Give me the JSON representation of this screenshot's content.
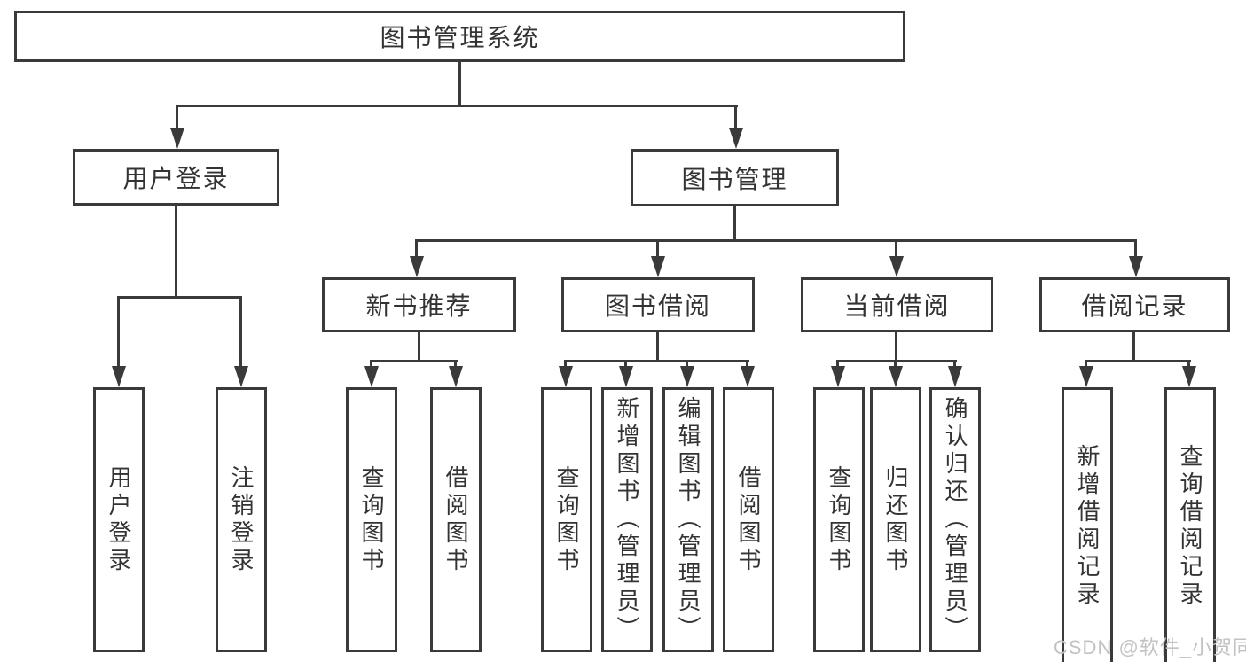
{
  "diagram_title": "图书管理系统",
  "colors": {
    "line": "#3a3a3a",
    "text": "#333333",
    "box_background": "#ffffff",
    "watermark": "#c2c2c2"
  },
  "nodes": {
    "root": {
      "label": "图书管理系统"
    },
    "level2": {
      "user_login": {
        "label": "用户登录",
        "parent": "图书管理系统"
      },
      "book_mgmt": {
        "label": "图书管理",
        "parent": "图书管理系统"
      }
    },
    "level3": {
      "new_book_rec": {
        "label": "新书推荐",
        "parent": "图书管理"
      },
      "book_borrow": {
        "label": "图书借阅",
        "parent": "图书管理"
      },
      "current_borrow": {
        "label": "当前借阅",
        "parent": "图书管理"
      },
      "borrow_records": {
        "label": "借阅记录",
        "parent": "图书管理"
      }
    },
    "leaves": [
      {
        "label": "用户登录",
        "parent": "用户登录"
      },
      {
        "label": "注销登录",
        "parent": "用户登录"
      },
      {
        "label": "查询图书",
        "parent": "新书推荐"
      },
      {
        "label": "借阅图书",
        "parent": "新书推荐"
      },
      {
        "label": "查询图书",
        "parent": "图书借阅"
      },
      {
        "label": "新增图书（管理员）",
        "parent": "图书借阅"
      },
      {
        "label": "编辑图书（管理员）",
        "parent": "图书借阅"
      },
      {
        "label": "借阅图书",
        "parent": "图书借阅"
      },
      {
        "label": "查询图书",
        "parent": "当前借阅"
      },
      {
        "label": "归还图书",
        "parent": "当前借阅"
      },
      {
        "label": "确认归还（管理员）",
        "parent": "当前借阅"
      },
      {
        "label": "新增借阅记录",
        "parent": "借阅记录"
      },
      {
        "label": "查询借阅记录",
        "parent": "借阅记录"
      }
    ]
  },
  "watermark": {
    "text": "CSDN @软件_小贺同学"
  }
}
